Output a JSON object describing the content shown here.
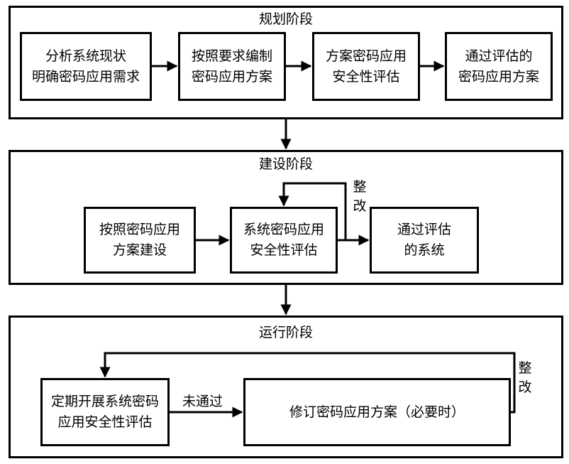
{
  "phases": {
    "planning": {
      "title": "规划阶段",
      "steps": [
        {
          "lines": [
            "分析系统现状",
            "明确密码应用需求"
          ]
        },
        {
          "lines": [
            "按照要求编制",
            "密码应用方案"
          ]
        },
        {
          "lines": [
            "方案密码应用",
            "安全性评估"
          ]
        },
        {
          "lines": [
            "通过评估的",
            "密码应用方案"
          ]
        }
      ]
    },
    "construction": {
      "title": "建设阶段",
      "steps": [
        {
          "lines": [
            "按照密码应用",
            "方案建设"
          ]
        },
        {
          "lines": [
            "系统密码应用",
            "安全性评估"
          ]
        },
        {
          "lines": [
            "通过评估",
            "的系统"
          ]
        }
      ],
      "feedback_label": [
        "整",
        "改"
      ]
    },
    "operation": {
      "title": "运行阶段",
      "steps": [
        {
          "lines": [
            "定期开展系统密码",
            "应用安全性评估"
          ]
        },
        {
          "lines": [
            "修订密码应用方案（必要时）"
          ]
        }
      ],
      "fail_label": "未通过",
      "feedback_label": [
        "整",
        "改"
      ]
    }
  }
}
